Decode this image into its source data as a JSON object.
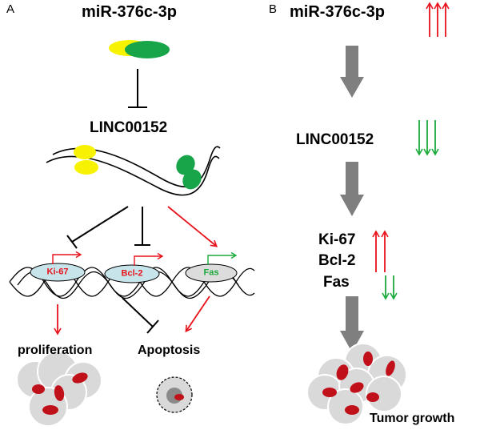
{
  "panels": [
    {
      "id": "A",
      "letter": "A",
      "mirna": "miR-376c-3p",
      "lncrna": "LINC00152",
      "genes": [
        {
          "name": "Ki-67",
          "color": "#e8111a",
          "effect": "inhibit"
        },
        {
          "name": "Bcl-2",
          "color": "#e8111a",
          "effect": "inhibit"
        },
        {
          "name": "Fas",
          "color": "#1aaa3a",
          "effect": "promote"
        }
      ],
      "outcomes": {
        "proliferation": "proliferation",
        "apoptosis": "Apoptosis"
      }
    },
    {
      "id": "B",
      "letter": "B",
      "mirna": "miR-376c-3p",
      "lncrna": "LINC00152",
      "genes": [
        "Ki-67",
        "Bcl-2",
        "Fas"
      ],
      "regulation": [
        {
          "target": "miR-376c-3p",
          "direction": "up"
        },
        {
          "target": "LINC00152",
          "direction": "down"
        },
        {
          "target": "Ki-67 / Bcl-2",
          "direction": "up"
        },
        {
          "target": "Fas",
          "direction": "down"
        }
      ],
      "outcome": "Tumor growth"
    }
  ],
  "colors": {
    "up_arrow": "#e8111a",
    "down_arrow": "#1aaa3a",
    "mirna_yellow": "#f7f200",
    "mirna_green": "#18a54a",
    "cell_gray": "#d9d9d9",
    "nucleus_red": "#c0101a",
    "gene_oval": "#c7e4ea",
    "flow_arrow": "#7f7f7f"
  }
}
